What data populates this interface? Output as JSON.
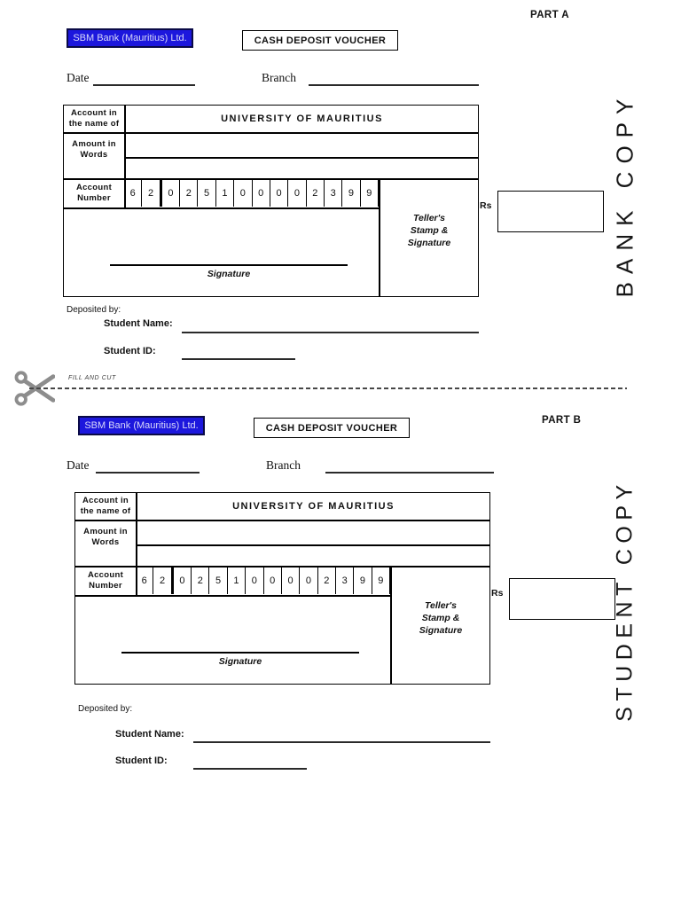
{
  "colors": {
    "brand_blue_bg": "#1c17dd",
    "brand_blue_text": "#d9d9fa"
  },
  "cut_divider": {
    "label": "FILL AND CUT",
    "icon": "scissors"
  },
  "part_a": {
    "part_label": "PART A",
    "bank_name": "SBM Bank (Mauritius) Ltd.",
    "voucher_title": "CASH DEPOSIT VOUCHER",
    "date_label": "Date",
    "branch_label": "Branch",
    "copy_label": "BANK COPY",
    "table": {
      "account_name_label": "Account in\nthe name of",
      "account_name_value": "UNIVERSITY OF MAURITIUS",
      "amount_in_words_label": "Amount in\nWords",
      "account_number_label": "Account\nNumber",
      "account_number_digits": [
        "6",
        "2",
        "0",
        "2",
        "5",
        "1",
        "0",
        "0",
        "0",
        "0",
        "2",
        "3",
        "9",
        "9"
      ],
      "teller_label": "Teller's\nStamp &\nSignature",
      "rs_label": "Rs",
      "signature_label": "Signature"
    },
    "deposited_by_label": "Deposited by:",
    "student_name_label": "Student Name:",
    "student_id_label": "Student ID:"
  },
  "part_b": {
    "part_label": "PART B",
    "bank_name": "SBM Bank (Mauritius) Ltd.",
    "voucher_title": "CASH DEPOSIT VOUCHER",
    "date_label": "Date",
    "branch_label": "Branch",
    "copy_label": "STUDENT COPY",
    "table": {
      "account_name_label": "Account in\nthe name of",
      "account_name_value": "UNIVERSITY OF MAURITIUS",
      "amount_in_words_label": "Amount in\nWords",
      "account_number_label": "Account\nNumber",
      "account_number_digits": [
        "6",
        "2",
        "0",
        "2",
        "5",
        "1",
        "0",
        "0",
        "0",
        "0",
        "2",
        "3",
        "9",
        "9"
      ],
      "teller_label": "Teller's\nStamp &\nSignature",
      "rs_label": "Rs",
      "signature_label": "Signature"
    },
    "deposited_by_label": "Deposited by:",
    "student_name_label": "Student Name:",
    "student_id_label": "Student ID:"
  }
}
